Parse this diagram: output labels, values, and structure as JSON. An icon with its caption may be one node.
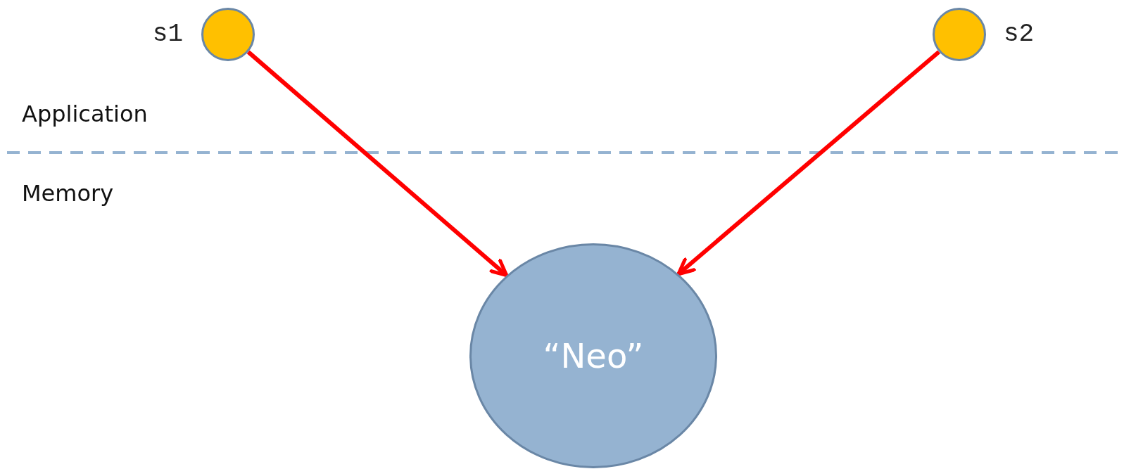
{
  "diagram": {
    "nodes": [
      {
        "text": [],
        "shape": "circle",
        "beside": [
          "s1"
        ]
      },
      {
        "text": [],
        "shape": "circle",
        "beside": [
          "s2"
        ]
      },
      {
        "text": [
          "“Neo”"
        ]
      }
    ],
    "edges": [
      {
        "from": 0,
        "to": 2,
        "arrow": "to"
      },
      {
        "from": 1,
        "to": 2,
        "arrow": "to"
      }
    ],
    "labels": [
      "Application",
      "Memory"
    ]
  }
}
